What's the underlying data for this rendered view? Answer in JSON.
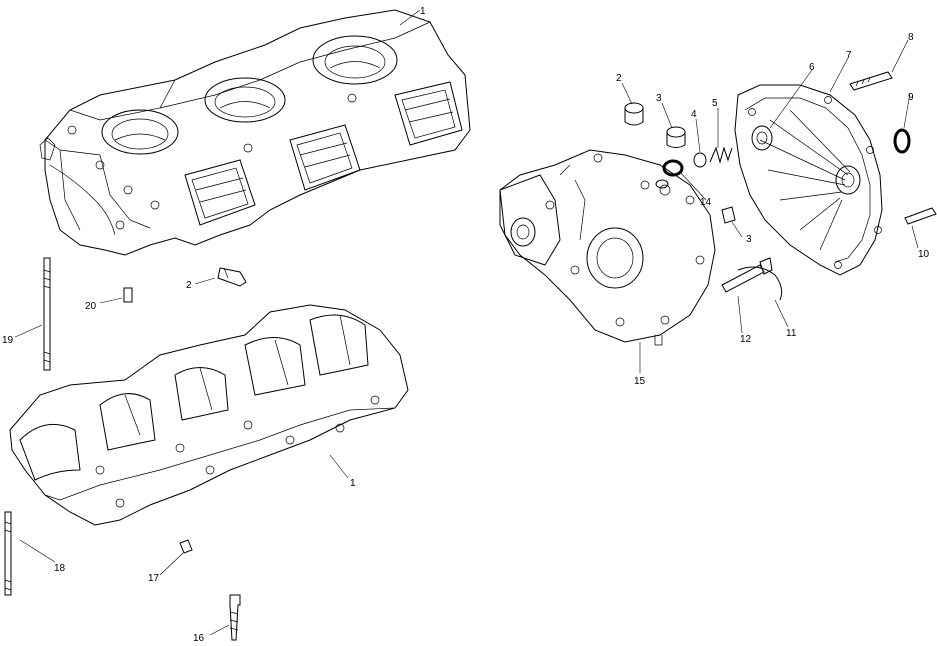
{
  "diagram": {
    "callouts": [
      {
        "id": "c1-top",
        "label": "1"
      },
      {
        "id": "c2-left",
        "label": "2"
      },
      {
        "id": "c20",
        "label": "20"
      },
      {
        "id": "c19",
        "label": "19"
      },
      {
        "id": "c1-bottom",
        "label": "1"
      },
      {
        "id": "c18",
        "label": "18"
      },
      {
        "id": "c17",
        "label": "17"
      },
      {
        "id": "c16",
        "label": "16"
      },
      {
        "id": "c2-right",
        "label": "2"
      },
      {
        "id": "c3-top",
        "label": "3"
      },
      {
        "id": "c4",
        "label": "4"
      },
      {
        "id": "c5",
        "label": "5"
      },
      {
        "id": "c6",
        "label": "6"
      },
      {
        "id": "c7",
        "label": "7"
      },
      {
        "id": "c8",
        "label": "8"
      },
      {
        "id": "c9",
        "label": "9"
      },
      {
        "id": "c14",
        "label": "14"
      },
      {
        "id": "c3-right",
        "label": "3"
      },
      {
        "id": "c10",
        "label": "10"
      },
      {
        "id": "c11",
        "label": "11"
      },
      {
        "id": "c12",
        "label": "12"
      },
      {
        "id": "c15",
        "label": "15"
      }
    ]
  }
}
